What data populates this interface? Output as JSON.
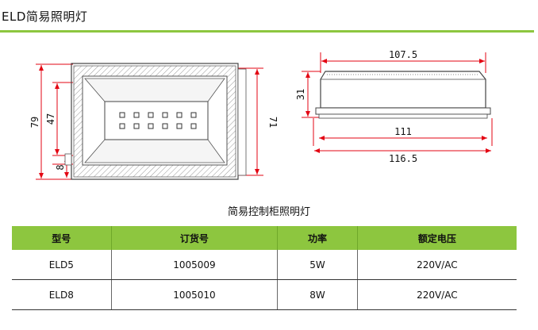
{
  "header": {
    "title": "ELD简易照明灯"
  },
  "drawing": {
    "front_view": {
      "height_outer": "79",
      "height_inner": "47",
      "bottom_offset": "8",
      "height_right": "71"
    },
    "side_view": {
      "top_length": "107.5",
      "height": "31",
      "inner_length": "111",
      "total_length": "116.5"
    }
  },
  "table": {
    "caption": "简易控制柜照明灯",
    "headers": [
      "型号",
      "订货号",
      "功率",
      "额定电压"
    ],
    "rows": [
      [
        "ELD5",
        "1005009",
        "5W",
        "220V/AC"
      ],
      [
        "ELD8",
        "1005010",
        "8W",
        "220V/AC"
      ]
    ]
  },
  "colors": {
    "accent": "#8dc63f",
    "line": "#e30613"
  }
}
